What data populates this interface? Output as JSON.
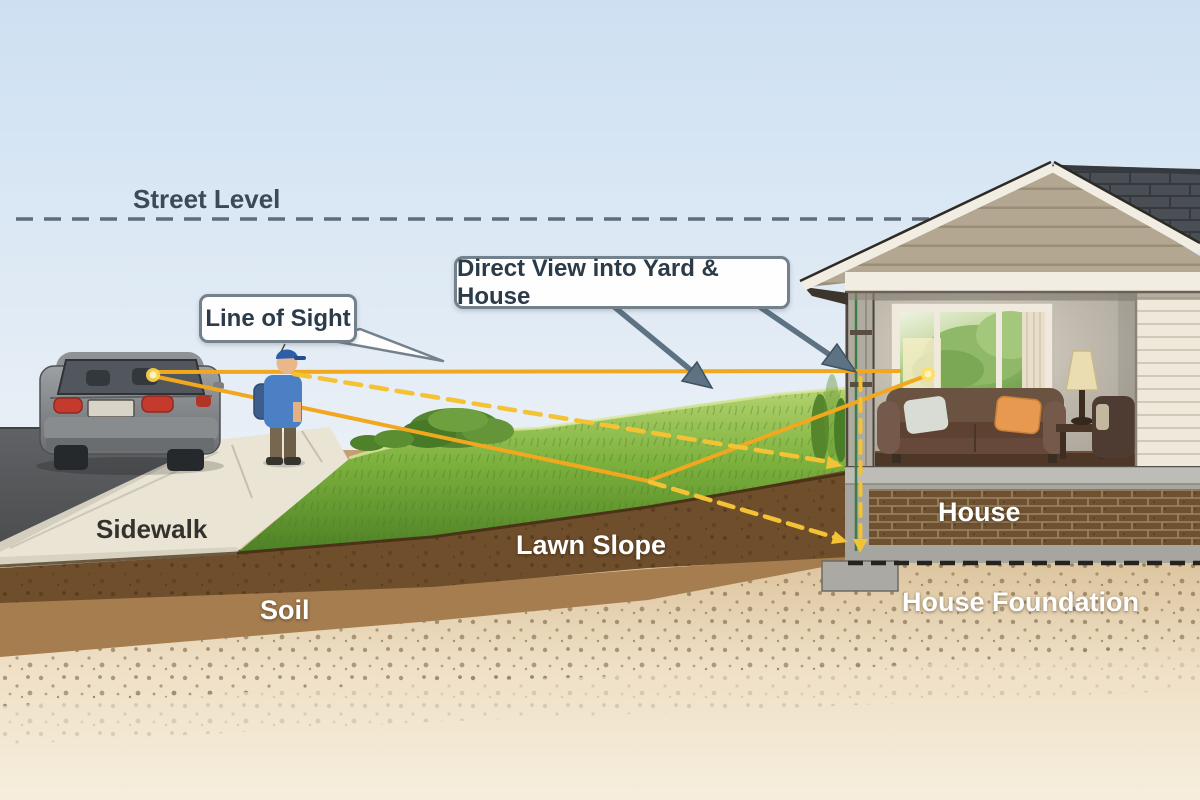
{
  "labels": {
    "street_level": "Street Level",
    "sidewalk": "Sidewalk",
    "lawn_slope": "Lawn Slope",
    "soil": "Soil",
    "house": "House",
    "house_foundation": "House Foundation"
  },
  "callouts": {
    "line_of_sight": "Line of Sight",
    "direct_view": "Direct View into Yard & House"
  },
  "colors": {
    "sight_line_solid": "#f1a81e",
    "sight_line_dashed": "#f4c235",
    "pointer_arrow": "#5d7384",
    "street_level_dash": "#5e6d79",
    "grass": "#6aa035",
    "topsoil": "#6f4e2c",
    "sand": "#e3cda9",
    "sky_top": "#cfdff0",
    "label_white": "#ffffff",
    "label_dark": "#3b4a57"
  },
  "objects": [
    "car",
    "pedestrian",
    "sidewalk",
    "lawn-slope",
    "soil-cross-section",
    "house-cross-section",
    "house-foundation",
    "footing",
    "window",
    "sofa",
    "table-lamp",
    "armchair",
    "bushes"
  ]
}
